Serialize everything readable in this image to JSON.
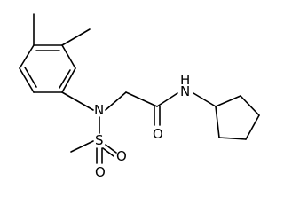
{
  "structure": {
    "atoms": {
      "n_sulfonamide": "N",
      "n_amide": "N",
      "amide_h": "H",
      "sulfur": "S",
      "oxygen_sulfonyl_1": "O",
      "oxygen_sulfonyl_2": "O",
      "oxygen_carbonyl": "O"
    }
  }
}
